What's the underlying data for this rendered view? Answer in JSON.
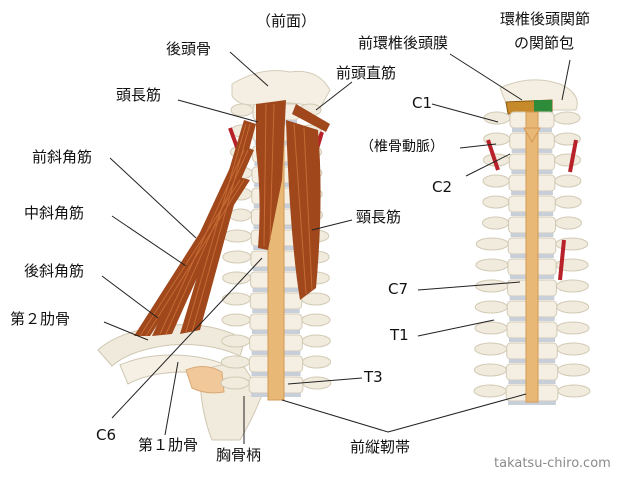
{
  "title": "（前面）",
  "labels": {
    "occipital": "後頭骨",
    "longus_capitis_top": "頭長筋",
    "anterior_scalene": "前斜角筋",
    "middle_scalene": "中斜角筋",
    "posterior_scalene": "後斜角筋",
    "second_rib": "第２肋骨",
    "c6": "C6",
    "first_rib": "第１肋骨",
    "manubrium": "胸骨柄",
    "rectus_capitis_anterior": "前頭直筋",
    "longus_colli": "頸長筋",
    "t3": "T3",
    "anterior_longitudinal_ligament": "前縦靭帯",
    "anterior_atlanto_occipital_membrane": "前環椎後頭膜",
    "atlanto_occipital_capsule_line1": "環椎後頭関節",
    "atlanto_occipital_capsule_line2": "の関節包",
    "c1": "C1",
    "vertebral_artery": "（椎骨動脈）",
    "c2": "C2",
    "c7": "C7",
    "t1": "T1"
  },
  "watermark": "takatsu-chiro.com",
  "colors": {
    "bone": "#f2ede0",
    "bone_shadow": "#d9d2bf",
    "muscle": "#a0481c",
    "muscle_light": "#c66a33",
    "ligament": "#e8b877",
    "artery": "#b8202a",
    "disc": "#9aa6b8",
    "membrane": "#2e8b3a"
  }
}
